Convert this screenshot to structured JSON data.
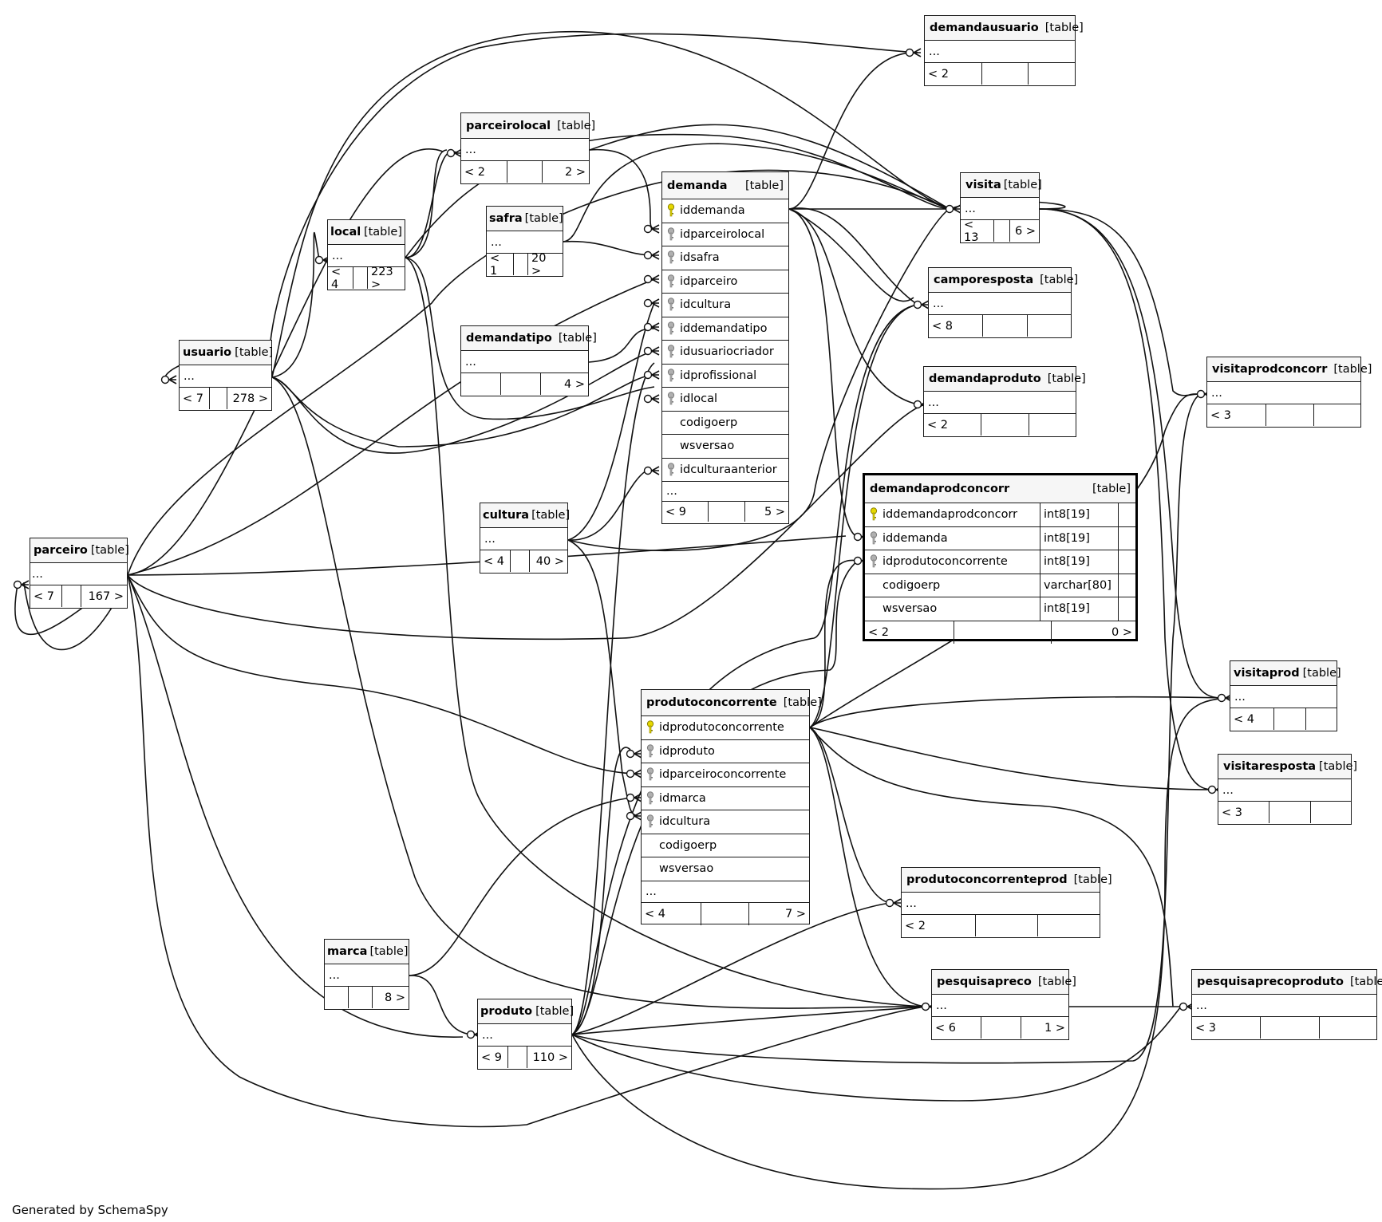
{
  "footer": "Generated by SchemaSpy",
  "tag": "[table]",
  "ellipsis": "...",
  "tables": {
    "demandausuario": {
      "name": "demandausuario",
      "left": "< 2",
      "right": ""
    },
    "visita": {
      "name": "visita",
      "left": "< 13",
      "right": "6 >"
    },
    "parceirolocal": {
      "name": "parceirolocal",
      "left": "< 2",
      "right": "2 >"
    },
    "demanda": {
      "name": "demanda",
      "left": "< 9",
      "right": "5 >",
      "columns": [
        "iddemanda",
        "idparceirolocal",
        "idsafra",
        "idparceiro",
        "idcultura",
        "iddemandatipo",
        "idusuariocriador",
        "idprofissional",
        "idlocal",
        "codigoerp",
        "wsversao",
        "idculturaanterior"
      ]
    },
    "safra": {
      "name": "safra",
      "left": "< 1",
      "right": "20 >"
    },
    "local": {
      "name": "local",
      "left": "< 4",
      "right": "223 >"
    },
    "camporesposta": {
      "name": "camporesposta",
      "left": "< 8",
      "right": ""
    },
    "usuario": {
      "name": "usuario",
      "left": "< 7",
      "right": "278 >"
    },
    "demandatipo": {
      "name": "demandatipo",
      "left": "",
      "right": "4 >"
    },
    "demandaproduto": {
      "name": "demandaproduto",
      "left": "< 2",
      "right": ""
    },
    "visitaprodconcorr": {
      "name": "visitaprodconcorr",
      "left": "< 3",
      "right": ""
    },
    "demandaprodconcorr": {
      "name": "demandaprodconcorr",
      "left": "< 2",
      "right": "0 >",
      "columns": [
        "iddemandaprodconcorr",
        "iddemanda",
        "idprodutoconcorrente",
        "codigoerp",
        "wsversao"
      ],
      "types": [
        "int8[19]",
        "int8[19]",
        "int8[19]",
        "varchar[80]",
        "int8[19]"
      ]
    },
    "cultura": {
      "name": "cultura",
      "left": "< 4",
      "right": "40 >"
    },
    "parceiro": {
      "name": "parceiro",
      "left": "< 7",
      "right": "167 >"
    },
    "visitaprod": {
      "name": "visitaprod",
      "left": "< 4",
      "right": ""
    },
    "produtoconcorrente": {
      "name": "produtoconcorrente",
      "left": "< 4",
      "right": "7 >",
      "columns": [
        "idprodutoconcorrente",
        "idproduto",
        "idparceiroconcorrente",
        "idmarca",
        "idcultura",
        "codigoerp",
        "wsversao"
      ]
    },
    "visitaresposta": {
      "name": "visitaresposta",
      "left": "< 3",
      "right": ""
    },
    "produtoconcorrenteprod": {
      "name": "produtoconcorrenteprod",
      "left": "< 2",
      "right": ""
    },
    "marca": {
      "name": "marca",
      "left": "",
      "right": "8 >"
    },
    "produto": {
      "name": "produto",
      "left": "< 9",
      "right": "110 >"
    },
    "pesquisapreco": {
      "name": "pesquisapreco",
      "left": "< 6",
      "right": "1 >"
    },
    "pesquisaprecoproduto": {
      "name": "pesquisaprecoproduto",
      "left": "< 3",
      "right": ""
    }
  },
  "keys": {
    "demanda": [
      "pk",
      "fk",
      "fk",
      "fk",
      "fk",
      "fk",
      "fk",
      "fk",
      "fk",
      "",
      "",
      "fk"
    ],
    "demandaprodconcorr": [
      "pk",
      "fk",
      "fk",
      "",
      ""
    ],
    "produtoconcorrente": [
      "pk",
      "fk",
      "fk",
      "fk",
      "fk",
      "",
      ""
    ]
  }
}
